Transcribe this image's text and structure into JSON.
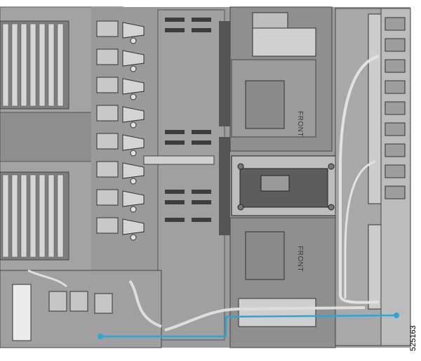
{
  "diagram": {
    "labels": {
      "front_upper": "FRONT",
      "front_lower": "FRONT",
      "figure_number": "525163"
    },
    "colors": {
      "board": "#9a9a9a",
      "board_dark": "#7d7d7d",
      "heatsink_fin": "#d6d6d6",
      "chassis": "#c2c2c2",
      "cable": "#d9d9d9",
      "highlight_cable": "#29a8d8"
    },
    "dimm_rows": 8,
    "heatsink_fin_count": 7
  }
}
